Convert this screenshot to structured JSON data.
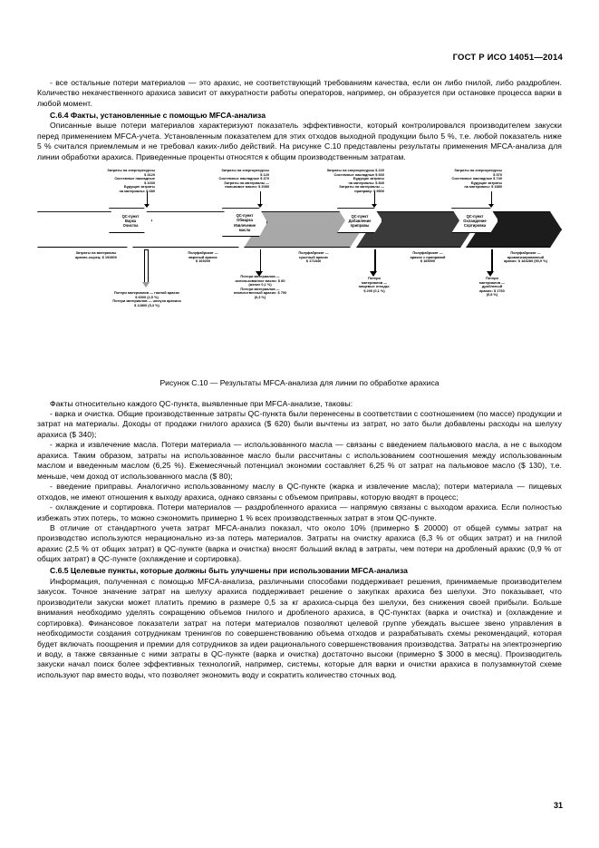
{
  "header": {
    "standard": "ГОСТ Р ИСО 14051—2014"
  },
  "page_number": "31",
  "paragraphs": {
    "p1": "- все остальные потери материалов — это арахис, не соответствующий требованиям качества, если он либо гнилой, либо раздроблен. Количество некачественного арахиса зависит от аккуратности работы операторов, например, он образуется при остановке процесса варки в любой момент.",
    "h_c64": "С.6.4  Факты, установленные с помощью MFCA-анализа",
    "p2": "Описанные выше потери материалов характеризуют показатель эффективности, который контролировался производителем закуски перед применением MFCA-учета. Установленным показателем для этих отходов выходной продукции было 5 %, т.е. любой показатель ниже 5 % считался приемлемым и не требовал каких-либо действий. На рисунке С.10 представлены результаты применения MFCA-анализа для линии обработки арахиса. Приведенные проценты относятся к общим производственным затратам.",
    "figure_caption": "Рисунок С.10 — Результаты MFCA-анализа для линии по обработке арахиса",
    "p3": "Факты относительно каждого QC-пункта, выявленные при MFCA-анализе, таковы:",
    "p4": "- варка и очистка. Общие производственные затраты QC-пункта были перенесены в соответствии с соотношением (по массе) продукции и затрат на материалы. Доходы от продажи гнилого арахиса ($ 620) были вычтены из затрат, но зато были добавлены расходы на шелуху арахиса ($ 340);",
    "p5": "- жарка и извлечение масла. Потери материала — использованного масла — связаны с введением пальмового масла, а не с выходом арахиса. Таким образом, затраты на использованное масло были рассчитаны с использованием соотношения между использованным маслом и введенным маслом (6,25 %). Ежемесячный потенциал экономии составляет 6,25 % от затрат на пальмовое масло ($ 130), т.е. меньше, чем доход от использованного масла ($ 80);",
    "p6": "- введение приправы. Аналогично использованному маслу в QC-пункте (жарка и извлечение масла); потери материала — пищевых отходов, не имеют отношения к выходу арахиса, однако связаны с объемом приправы, которую вводят в процесс;",
    "p7": "- охлаждение и сортировка. Потери материалов — раздробленного арахиса — напрямую связаны с выходом арахиса. Если полностью избежать этих потерь, то можно сэкономить примерно 1 % всех производственных затрат в этом QC-пункте.",
    "p8": "В отличие от стандартного учета затрат MFCA-анализ показал, что около 10% (примерно $ 20000) от общей суммы затрат на производство используются нерационально из-за потерь материалов. Затраты на очистку арахиса (6,3 % от общих затрат) и на гнилой арахис (2,5 % от общих затрат) в QC-пункте (варка и очистка) вносят больший вклад в затраты, чем потери на дробленый арахис (0,9 % от общих затрат) в QC-пункте (охлаждение и сортировка).",
    "h_c65": "С.6.5 Целевые пункты, которые должны быть улучшены при использовании MFCA-анализа",
    "p9": "Информация, полученная с помощью MFCA-анализа, различными способами поддерживает решения, принимаемые производителем закусок. Точное значение затрат на шелуху арахиса поддерживает решение о закупках арахиса без шелухи. Это показывает, что производители закуски может платить премию в размере 0,5 за кг арахиса-сырца без шелухи, без снижения своей прибыли. Больше внимания необходимо уделять сокращению объемов гнилого и дробленого арахиса, в QC-пунктах (варка и очистка) и (охлаждение и сортировка). Финансовое показатели затрат на потери материалов позволяют целевой группе убеждать высшее звено управления в необходимости создания сотрудникам тренингов по совершенствованию объема отходов и разрабатывать схемы рекомендаций, которая будет включать поощрения и премии для сотрудников за идеи рационального совершенствования производства. Затраты на электроэнергию и воду, а также связанные с ними затраты в QC-пункте (варка и очистка) достаточно высоки (примерно $ 3000 в месяц). Производитель закуски начал поиск более эффективных технологий, например, системы, которые для варки и очистки арахиса в полузамкнутой схеме используют пар вместо воды, что позволяет экономить воду и сократить количество сточных вод."
  },
  "diagram": {
    "stage_inputs": [
      {
        "lines": [
          "Затраты на энергоресурсы",
          "$ 3120",
          "Системные накладные",
          "$ 1030",
          "Будущие затраты",
          "на материалы: $ 680"
        ]
      },
      {
        "lines": [
          "Затраты на энергоресурсы",
          "$ 120",
          "Системные накладные $ 370",
          "Затраты на материалы —",
          "пальмовое масло: $ 2080"
        ]
      },
      {
        "lines": [
          "Затраты на энергоресурсы  $ 220",
          "Системные накладные  $ 660",
          "Будущие затраты",
          "на материалы: $ 840",
          "Затраты на материалы —",
          "приправу: $ 9500"
        ]
      },
      {
        "lines": [
          "Затраты на энергоресурсы",
          "$ 570",
          "Системные накладные $ 740",
          "Будущие затраты",
          "на материалы: $ 1880"
        ]
      }
    ],
    "qc_points": [
      {
        "title": "QC-пункт",
        "lines": [
          "Варка",
          "Очистка"
        ]
      },
      {
        "title": "QC-пункт",
        "lines": [
          "Обжарка",
          "Извлечение",
          "масла"
        ]
      },
      {
        "title": "QC-пункт",
        "lines": [
          "Добавление",
          "приправы"
        ]
      },
      {
        "title": "QC-пункт",
        "lines": [
          "Охлаждение",
          "Сортировка"
        ]
      }
    ],
    "input_material": {
      "lines": [
        "Затраты на материалы",
        "арахис-сырец: $ 192800"
      ]
    },
    "intermediates": [
      {
        "lines": [
          "Полуфабрикат —",
          "вареный арахис",
          "$ 169200"
        ]
      },
      {
        "lines": [
          "Полуфабрикат —",
          "сушеный арахис",
          "$ 171840"
        ]
      },
      {
        "lines": [
          "Полуфабрикат —",
          "арахис с приправой",
          "$ 185000"
        ]
      },
      {
        "lines": [
          "Полуфабрикат —",
          "ароматизированный",
          "арахис: $ 184280 (90,9 %)"
        ]
      }
    ],
    "losses": [
      {
        "lines": [
          "Потери материалов — гнилой арахис",
          "$ 6000 (2,5 %)",
          "Потери материалов — шелуха арахиса",
          "$ 12800 (5,3 %)"
        ]
      },
      {
        "lines": [
          "Потери материалов —",
          "использованное масло: $ 80",
          "(менее 0,1 %)",
          "Потери материалов —",
          "некачественный арахис: $ 700",
          "(0,3 %)"
        ]
      },
      {
        "lines": [
          "Потери",
          "материалов —",
          "пищевые отходы:",
          "$ 200 (0,1 %)"
        ]
      },
      {
        "lines": [
          "Потери",
          "материалов —",
          "дробленый",
          "арахис: $ 1760",
          "(0,8 %)"
        ]
      }
    ]
  }
}
